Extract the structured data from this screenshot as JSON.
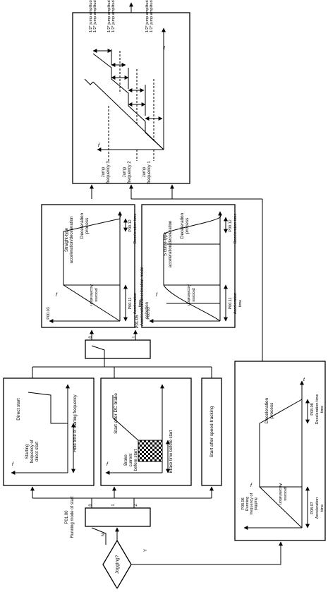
{
  "decision": {
    "label": "Jogging?",
    "yes": "Y",
    "no": "N"
  },
  "running_mode": {
    "code": "P01.00",
    "name": "Running mode of start",
    "ports": [
      "0",
      "1",
      "2"
    ]
  },
  "direct_start": {
    "title": "Direct start",
    "freq_label": [
      "Starting",
      "frequency of",
      "direct start"
    ],
    "hold_label": "Hold time of starting frequency"
  },
  "dc_brake_start": {
    "title": "Start after DC brake",
    "current_label": [
      "Brake",
      "current",
      "before start"
    ],
    "time_label": "Brake time before start"
  },
  "speed_tracking": {
    "title": "Start after speed-tracking"
  },
  "accdec_select": {
    "code": "P01.05",
    "name": "Acceleration/deceleration mode",
    "name2": "selection",
    "ports": [
      "0",
      "1"
    ]
  },
  "straight_curve": {
    "title": [
      "Straight-type",
      "acceleration/deceleration"
    ],
    "max_freq": "P00.03",
    "acc_code": "P00.11",
    "acc_text": [
      "Acceleration",
      "time"
    ],
    "acc_process": [
      "Acceleration",
      "process"
    ],
    "dec_code": "P00.12",
    "dec_text": "Deceleration time",
    "dec_process": [
      "Deceleration",
      "process"
    ]
  },
  "s_curve": {
    "title": [
      "S curve-type",
      "acceleration/deceleration"
    ],
    "max_freq": "P00.03",
    "acc_code": "P00.11",
    "acc_text": [
      "Acceleration",
      "time"
    ],
    "acc_process": [
      "Acceleration",
      "process"
    ],
    "dec_code": "P00.12",
    "dec_text": "Deceleration time",
    "dec_process": [
      "Deceleration",
      "process"
    ]
  },
  "jump_box": {
    "labels": [
      "1/2* jump amplitude 3",
      "1/2* jump amplitude 3",
      "1/2* jump amplitude 2",
      "1/2* jump amplitude 2",
      "1/2* jump amplitude 1",
      "1/2* jump amplitude 1"
    ],
    "frequencies": [
      [
        "Jump",
        "frequency 3"
      ],
      [
        "Jump",
        "frequency 2"
      ],
      [
        "Jump",
        "frequency 1"
      ]
    ]
  },
  "jog_box": {
    "run_code": "P08.06",
    "run_text": [
      "Running",
      "frequency of",
      "jogging"
    ],
    "acc_code": "P08.07",
    "acc_text": [
      "Acceleration",
      "time"
    ],
    "acc_process": [
      "Acceleration",
      "process"
    ],
    "dec_code": "P08.08",
    "dec_text": [
      "Deceleration time",
      "time"
    ],
    "dec_process": [
      "Deceleration",
      "process"
    ]
  },
  "axes": {
    "f": "f",
    "t": "t"
  }
}
